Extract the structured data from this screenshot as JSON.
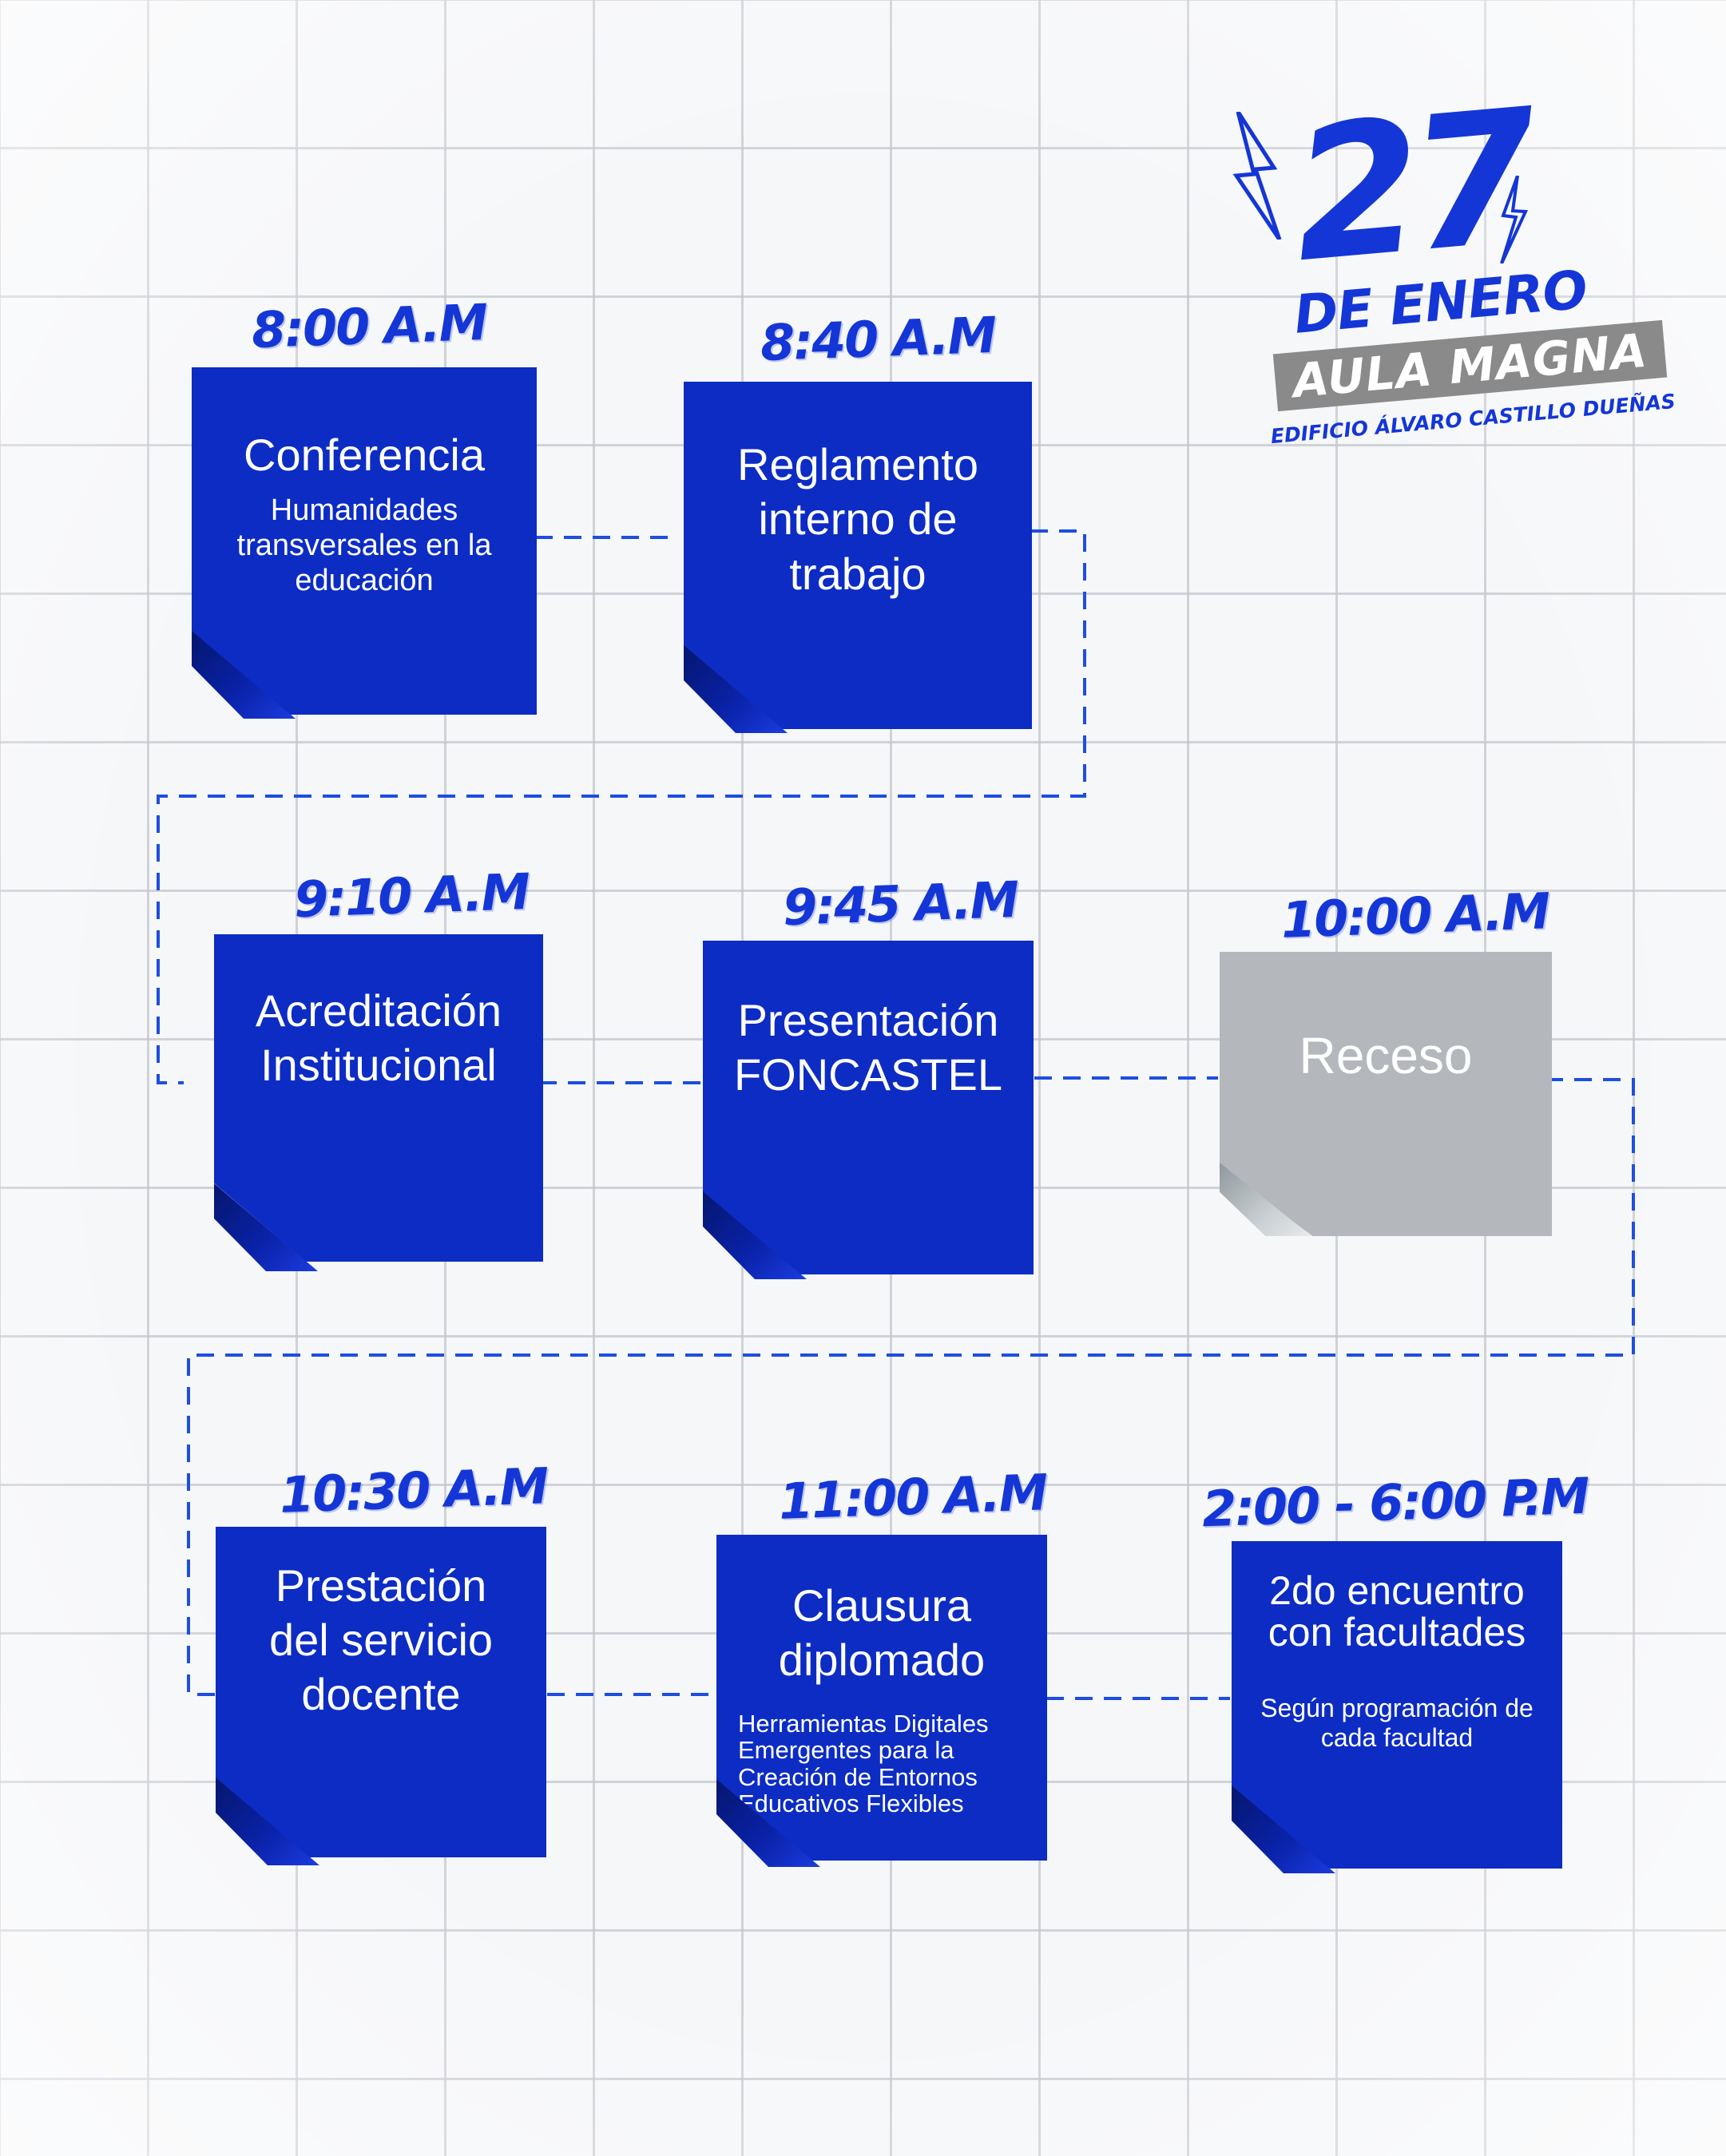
{
  "header": {
    "day": "27",
    "month": "DE ENERO",
    "venue": "AULA MAGNA",
    "building": "EDIFICIO ÁLVARO CASTILLO DUEÑAS"
  },
  "colors": {
    "accent": "#1436d6",
    "note_blue": "#0c2cc4",
    "note_grey": "#b4b8bc",
    "venue_badge": "#8a8a8a"
  },
  "schedule": [
    {
      "time": "8:00 A.M",
      "title": "Conferencia",
      "subtitle": "Humanidades transversales en la educación"
    },
    {
      "time": "8:40 A.M",
      "title": "Reglamento interno de trabajo"
    },
    {
      "time": "9:10 A.M",
      "title": "Acreditación Institucional"
    },
    {
      "time": "9:45 A.M",
      "title": "Presentación FONCASTEL"
    },
    {
      "time": "10:00 A.M",
      "title": "Receso"
    },
    {
      "time": "10:30 A.M",
      "title": "Prestación del servicio docente"
    },
    {
      "time": "11:00 A.M",
      "title": "Clausura diplomado",
      "subtitle": "Herramientas Digitales Emergentes para la Creación de Entornos Educativos Flexibles"
    },
    {
      "time": "2:00 - 6:00 P.M",
      "title": "2do encuentro con facultades",
      "subtitle": "Según programación de cada facultad"
    }
  ]
}
